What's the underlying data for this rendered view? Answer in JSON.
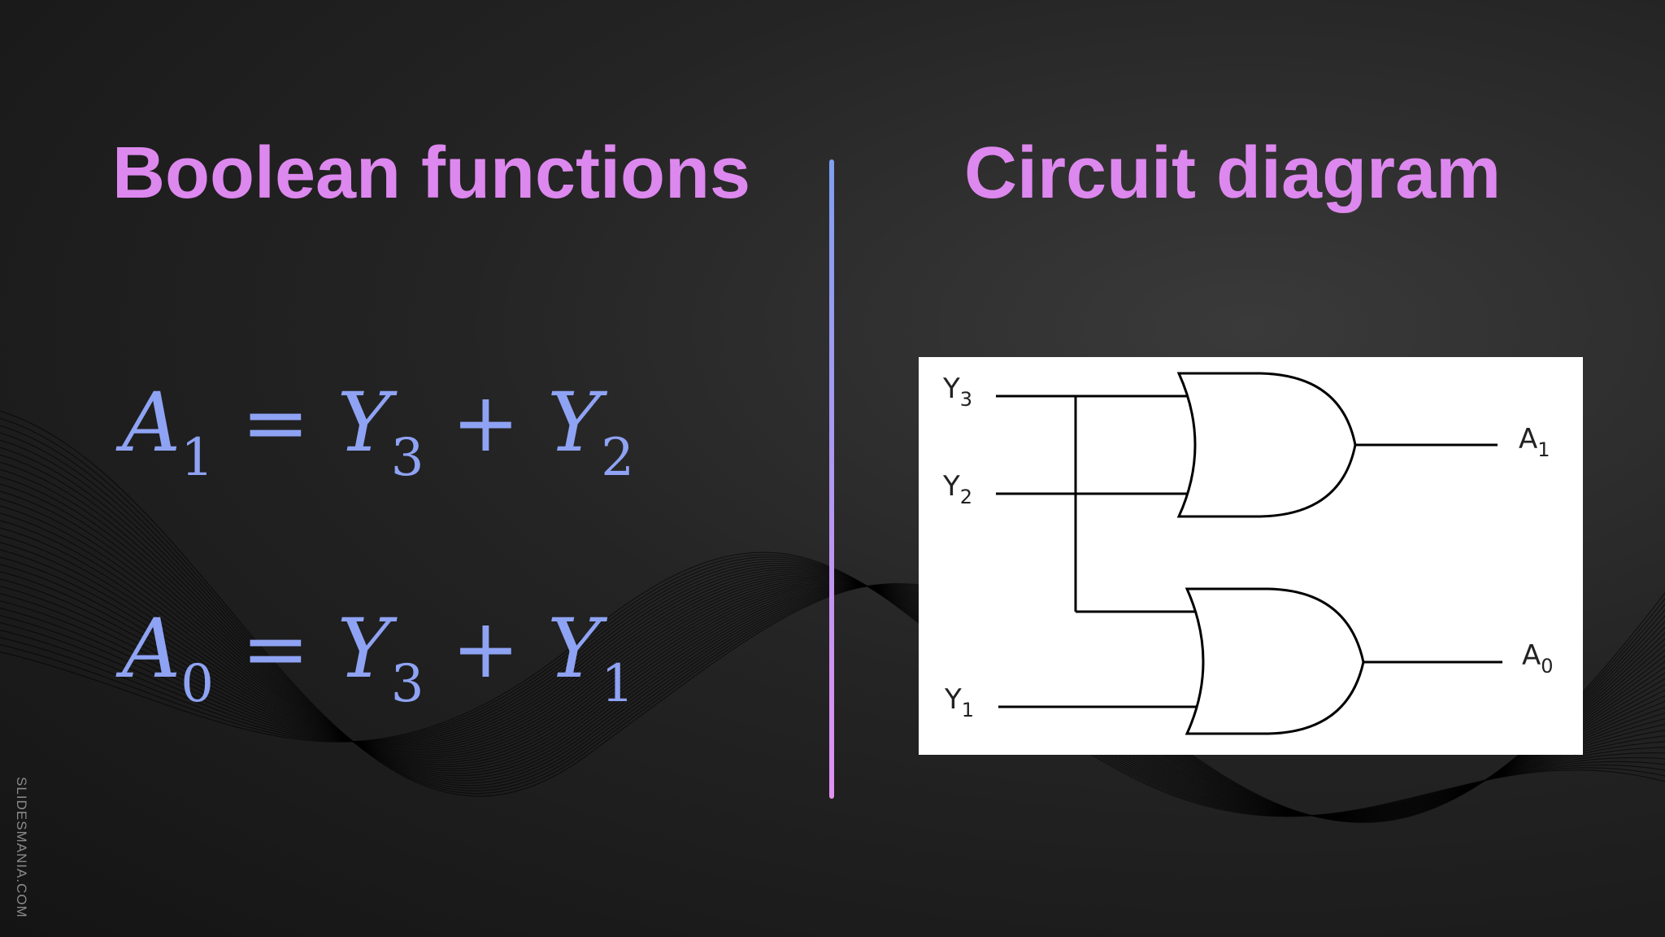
{
  "slide": {
    "left_heading": "Boolean functions",
    "right_heading": "Circuit diagram",
    "watermark": "SLIDESMANIA.COM"
  },
  "equations": [
    {
      "lhs": "A",
      "lhs_sub": "1",
      "operator_eq": "=",
      "term1": "Y",
      "term1_sub": "3",
      "operator_plus": "+",
      "term2": "Y",
      "term2_sub": "2"
    },
    {
      "lhs": "A",
      "lhs_sub": "0",
      "operator_eq": "=",
      "term1": "Y",
      "term1_sub": "3",
      "operator_plus": "+",
      "term2": "Y",
      "term2_sub": "1"
    }
  ],
  "circuit": {
    "inputs": [
      {
        "name": "Y",
        "sub": "3"
      },
      {
        "name": "Y",
        "sub": "2"
      },
      {
        "name": "Y",
        "sub": "1"
      }
    ],
    "outputs": [
      {
        "name": "A",
        "sub": "1"
      },
      {
        "name": "A",
        "sub": "0"
      }
    ],
    "gates": [
      "or-gate",
      "or-gate"
    ]
  },
  "colors": {
    "heading": "#dd88ee",
    "equation": "#8fa3f4",
    "divider_top": "#7f9ff0",
    "divider_bottom": "#e190f0"
  }
}
